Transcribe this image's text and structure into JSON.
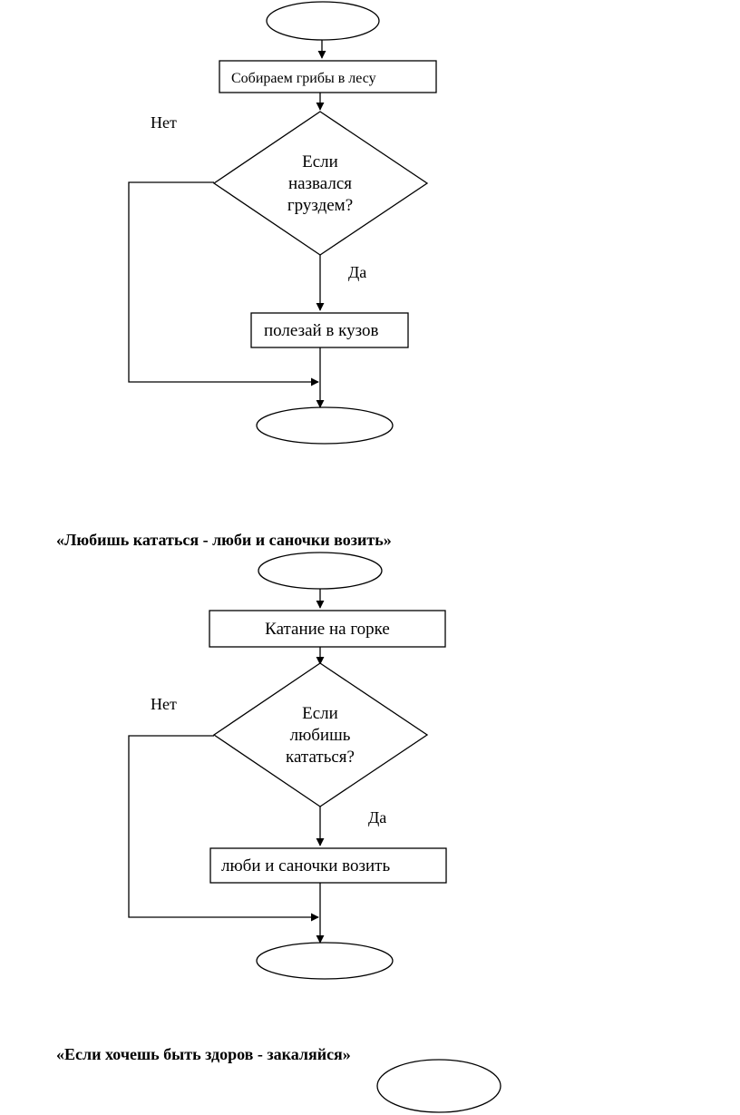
{
  "diagram1": {
    "process1": "Собираем грибы в лесу",
    "decision": [
      "Если",
      "назвался",
      "груздем?"
    ],
    "no_label": "Нет",
    "yes_label": "Да",
    "process2": "полезай в кузов"
  },
  "heading2": "«Любишь кататься  - люби и саночки возить»",
  "diagram2": {
    "process1": "Катание на горке",
    "decision": [
      "Если",
      "любишь",
      "кататься?"
    ],
    "no_label": "Нет",
    "yes_label": "Да",
    "process2": "люби и саночки возить"
  },
  "heading3": "«Если хочешь быть здоров  - закаляйся»"
}
